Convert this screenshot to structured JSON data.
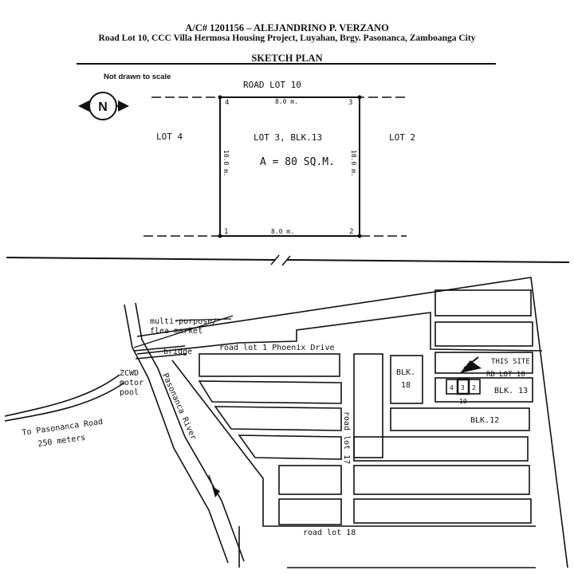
{
  "header": {
    "account_line": "A/C# 1201156   – ALEJANDRINO P. VERZANO",
    "address_line": "Road Lot 10, CCC Villa Hermosa Housing Project, Luyahan, Brgy. Pasonanca, Zamboanga City",
    "title": "SKETCH PLAN"
  },
  "sketch": {
    "scale_note": "Not drawn to scale",
    "north_letter": "N",
    "road_top": "ROAD LOT 10",
    "lot_left": "LOT 4",
    "lot_right": "LOT 2",
    "lot_name": "LOT 3, BLK.13",
    "area": "A = 80 SQ.M.",
    "dim_top": "8.0 m.",
    "dim_bottom": "8.0 m.",
    "dim_left": "10.0 m.",
    "dim_right": "10.0 m.",
    "corner_1": "1",
    "corner_2": "2",
    "corner_3": "3",
    "corner_4": "4"
  },
  "vicinity": {
    "market": [
      "multi-purpose/",
      "flea market"
    ],
    "bridge": "bridge",
    "phoenix": "road lot 1 Phoenix Drive",
    "zcwd": [
      "ZCWD",
      "motor",
      "pool"
    ],
    "to_road": [
      "To Pasonanca Road",
      "250 meters"
    ],
    "river": "Pasonanca River",
    "road_17": "road lot 17",
    "road_18": "road lot 18",
    "blk18": [
      "BLK.",
      "18"
    ],
    "blk12": "BLK.12",
    "blk13": "BLK. 13",
    "rd_lot_10": "RD LOT 10",
    "this_site": "THIS SITE",
    "lot4": "4",
    "lot3": "3",
    "lot2": "2",
    "lot10": "10"
  }
}
